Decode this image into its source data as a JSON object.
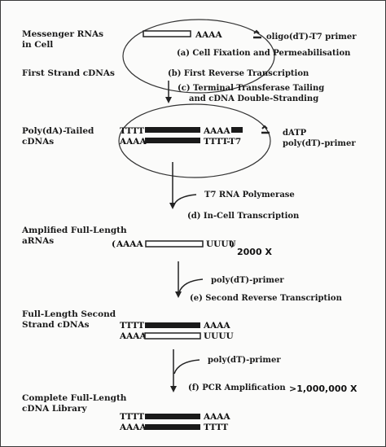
{
  "stages": {
    "s1": "Messenger RNAs",
    "s1b": "in Cell",
    "s2": "First Strand cDNAs",
    "s3": "Poly(dA)-Tailed",
    "s3b": "cDNAs",
    "s4": "Amplified Full-Length",
    "s4b": "aRNAs",
    "s5": "Full-Length Second",
    "s5b": "Strand cDNAs",
    "s6": "Complete Full-Length",
    "s6b": "cDNA Library"
  },
  "steps": {
    "a": "(a) Cell Fixation and Permeabilisation",
    "b": "(b) First Reverse Transcription",
    "c1": "(c) Terminal Transferase Tailing",
    "c2": "and cDNA Double-Stranding",
    "d": "(d) In-Cell Transcription",
    "e": "(e) Second Reverse Transcription",
    "f": "(f) PCR Amplification"
  },
  "reagents": {
    "oligo": "oligo(dT)-T7 primer",
    "datp": "dATP",
    "polydt": "poly(dT)-primer",
    "t7": "T7 RNA Polymerase",
    "polydt2": "poly(dT)-primer",
    "polydt3": "poly(dT)-primer"
  },
  "sequences": {
    "aaaa1": "AAAA",
    "tttt2": "TTTT",
    "aaaa2": "AAAA",
    "aaaa3": "AAAA",
    "tttt_t7": "TTTT-T7",
    "aaaa4": "AAAA",
    "uuuu4": "UUUU",
    "tttt5": "TTTT",
    "aaaa5": "AAAA",
    "aaaa5b": "AAAA",
    "uuuu5": "UUUU",
    "tttt6": "TTTT",
    "aaaa6": "AAAA",
    "aaaa6b": "AAAA",
    "tttt6b": "TTTT"
  },
  "amplification": {
    "x2000": "2000 X",
    "x1m": ">1,000,000 X"
  }
}
